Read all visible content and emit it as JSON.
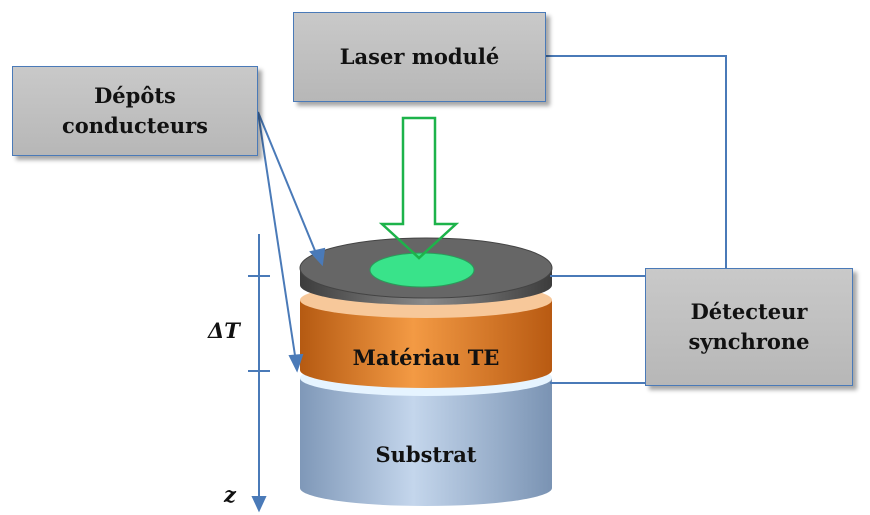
{
  "boxes": {
    "laser": "Laser modulé",
    "deposits_line1": "Dépôts",
    "deposits_line2": "conducteurs",
    "detector_line1": "Détecteur",
    "detector_line2": "synchrone"
  },
  "layers": {
    "material": "Matériau TE",
    "substrate": "Substrat"
  },
  "axis": {
    "delta_t": "ΔT",
    "z": "z"
  },
  "colors": {
    "box_fill": "#bfbfbf",
    "line": "#4a7ab8",
    "laser_arrow": "#1db34a",
    "spot": "#39e38a",
    "top_disk": "#555555",
    "material": "#e8761e",
    "substrate": "#9fb8d6"
  }
}
